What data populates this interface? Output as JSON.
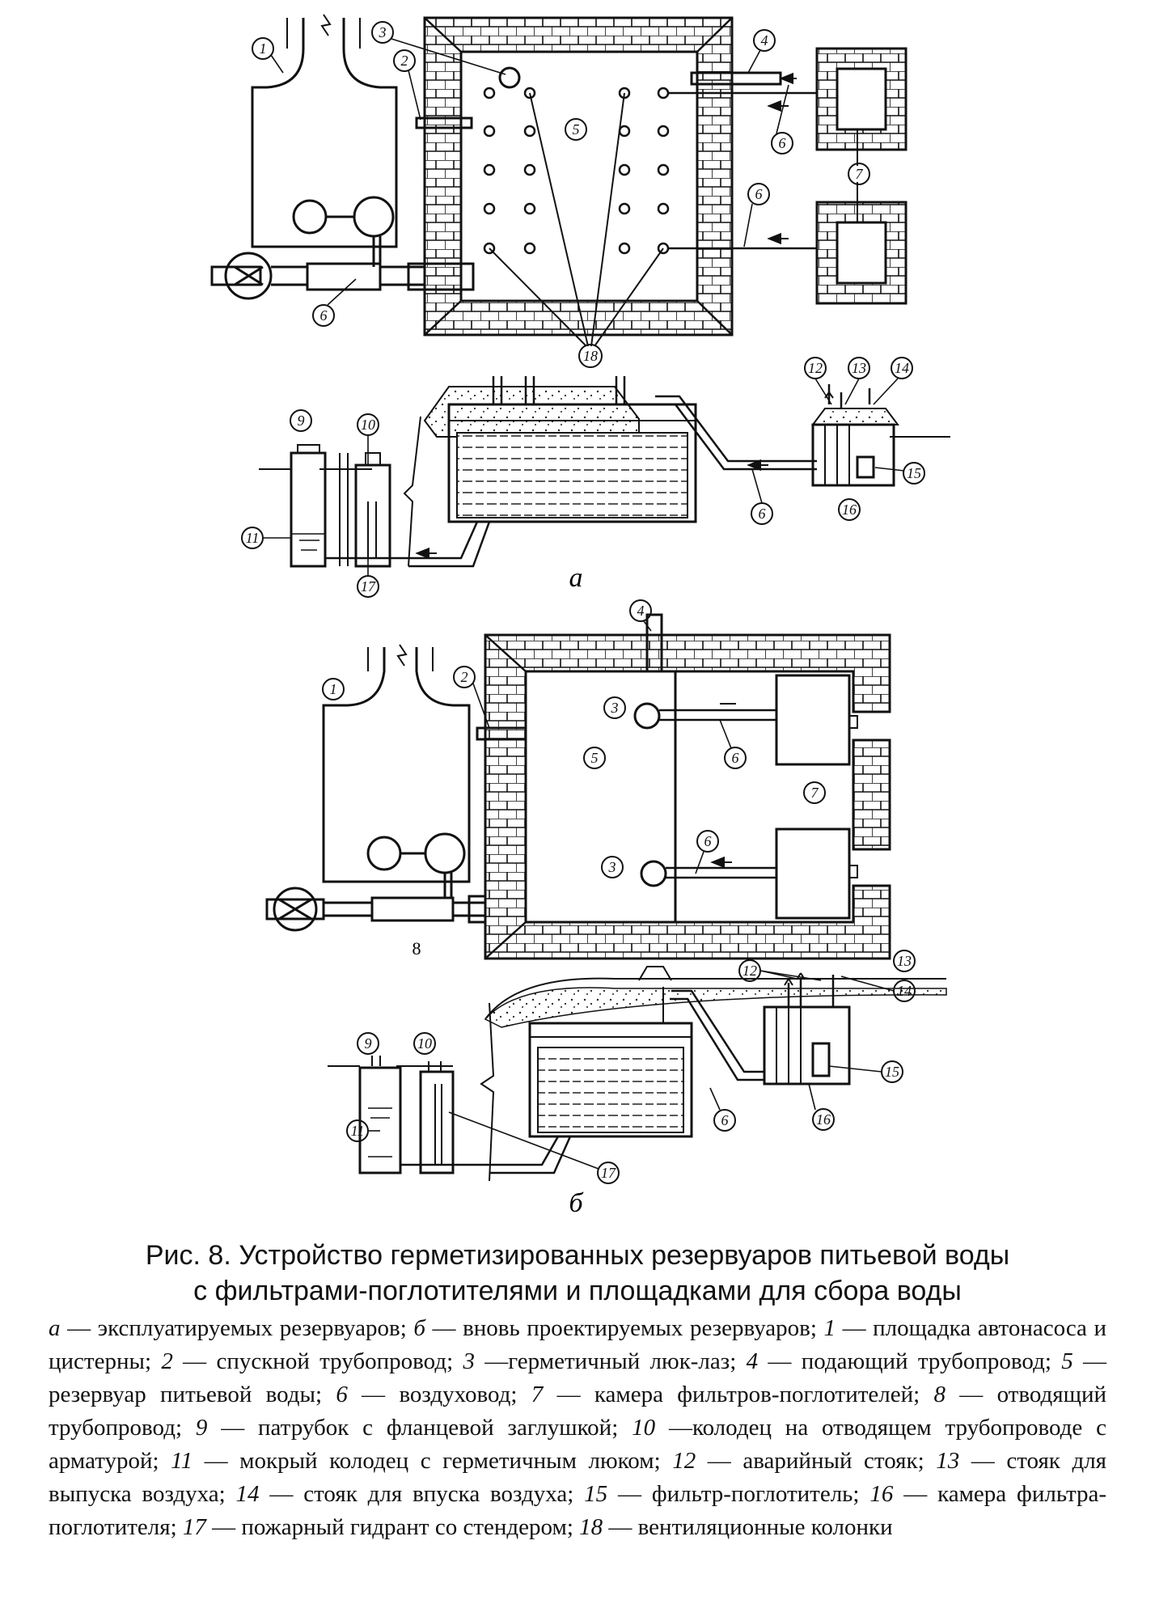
{
  "callouts": {
    "n1": "1",
    "n2": "2",
    "n3": "3",
    "n4": "4",
    "n5": "5",
    "n6": "6",
    "n7": "7",
    "n8": "8",
    "n9": "9",
    "n10": "10",
    "n11": "11",
    "n12": "12",
    "n13": "13",
    "n14": "14",
    "n15": "15",
    "n16": "16",
    "n17": "17",
    "n18": "18"
  },
  "subfigure_labels": {
    "a": "а",
    "b": "б"
  },
  "caption": {
    "line1": "Рис. 8. Устройство герметизированных резервуаров питьевой воды",
    "line2": "с фильтрами-поглотителями и площадками для сбора воды"
  },
  "legend": {
    "items": [
      {
        "key": "а",
        "text": " — эксплуатируемых резервуаров; "
      },
      {
        "key": "б",
        "text": " — вновь проектируемых резервуаров; "
      },
      {
        "key": "1",
        "text": " — площадка автонасоса и цистерны; "
      },
      {
        "key": "2",
        "text": " — спускной трубопровод; "
      },
      {
        "key": "3",
        "text": " —герметичный люк-лаз; "
      },
      {
        "key": "4",
        "text": " — подающий трубопровод; "
      },
      {
        "key": "5",
        "text": " — резервуар питьевой воды; "
      },
      {
        "key": "6",
        "text": " — воздуховод; "
      },
      {
        "key": "7",
        "text": " — камера фильтров-поглотителей; "
      },
      {
        "key": "8",
        "text": " — отводящий трубопровод; "
      },
      {
        "key": "9",
        "text": " — патрубок с фланцевой заглушкой; "
      },
      {
        "key": "10",
        "text": " —колодец на отводящем трубопроводе с арматурой; "
      },
      {
        "key": "11",
        "text": " — мокрый колодец с герметичным люком; "
      },
      {
        "key": "12",
        "text": " — аварийный стояк; "
      },
      {
        "key": "13",
        "text": " — стояк для выпуска воздуха; "
      },
      {
        "key": "14",
        "text": " — стояк для впуска воздуха; "
      },
      {
        "key": "15",
        "text": " — фильтр-поглотитель; "
      },
      {
        "key": "16",
        "text": " — камера фильтра-поглотителя; "
      },
      {
        "key": "17",
        "text": " — пожарный гидрант со стендером; "
      },
      {
        "key": "18",
        "text": " — вентиляционные колонки"
      }
    ]
  }
}
